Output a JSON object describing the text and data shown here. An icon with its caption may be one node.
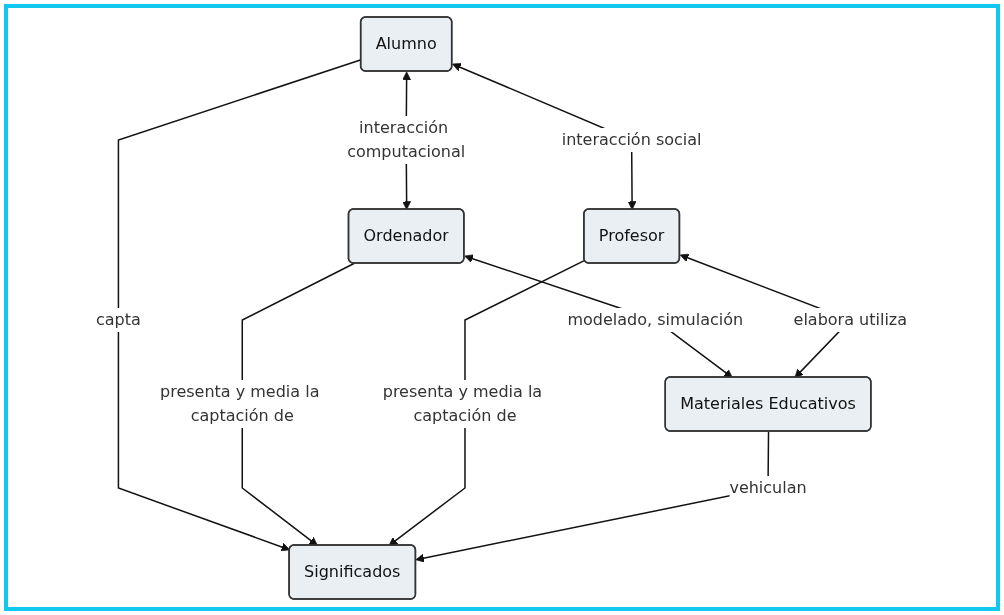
{
  "diagram": {
    "nodes": [
      {
        "text": [
          "Alumno"
        ]
      },
      {
        "text": [
          "Ordenador"
        ]
      },
      {
        "text": [
          "Significados"
        ]
      },
      {
        "text": [
          "Profesor"
        ]
      },
      {
        "text": [
          "Materiales Educativos"
        ]
      }
    ],
    "edges": [
      {
        "from": 0,
        "to": 1,
        "arrow": "both",
        "label": "interacción computacional"
      },
      {
        "from": 0,
        "to": 2,
        "arrow": "to",
        "label": "capta"
      },
      {
        "from": 1,
        "to": 2,
        "arrow": "to",
        "label": "presenta y media la captación de"
      },
      {
        "from": 0,
        "to": 3,
        "arrow": "both",
        "label": "interacción social"
      },
      {
        "from": 1,
        "to": 4,
        "arrow": "both",
        "label": "modelado, simulación"
      },
      {
        "from": 3,
        "to": 2,
        "arrow": "to",
        "label": "presenta y media la captación de"
      },
      {
        "from": 4,
        "to": 2,
        "arrow": "to",
        "label": "vehiculan"
      },
      {
        "from": 3,
        "to": 4,
        "arrow": "both",
        "label": "elabora utiliza"
      }
    ]
  }
}
